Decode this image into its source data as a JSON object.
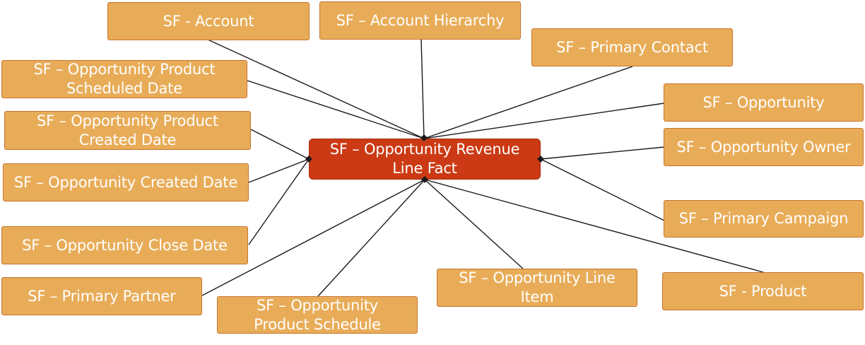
{
  "diagram": {
    "center": {
      "label": "SF – Opportunity Revenue\nLine Fact"
    },
    "nodes": [
      {
        "id": "account",
        "label": "SF - Account"
      },
      {
        "id": "account-hierarchy",
        "label": "SF – Account Hierarchy"
      },
      {
        "id": "primary-contact",
        "label": "SF – Primary Contact"
      },
      {
        "id": "opp-product-scheduled-date",
        "label": "SF – Opportunity Product\nScheduled Date"
      },
      {
        "id": "opportunity",
        "label": "SF – Opportunity"
      },
      {
        "id": "opp-product-created-date",
        "label": "SF – Opportunity Product\nCreated Date"
      },
      {
        "id": "opportunity-owner",
        "label": "SF – Opportunity Owner"
      },
      {
        "id": "opportunity-created-date",
        "label": "SF – Opportunity Created Date"
      },
      {
        "id": "primary-campaign",
        "label": "SF – Primary Campaign"
      },
      {
        "id": "opportunity-close-date",
        "label": "SF – Opportunity Close Date"
      },
      {
        "id": "primary-partner",
        "label": "SF – Primary Partner"
      },
      {
        "id": "opportunity-line-item",
        "label": "SF – Opportunity Line\nItem"
      },
      {
        "id": "product",
        "label": "SF - Product"
      },
      {
        "id": "opp-product-schedule",
        "label": "SF – Opportunity\nProduct Schedule"
      }
    ],
    "colors": {
      "node_fill": "#e8ac58",
      "node_border": "#c8732f",
      "center_fill": "#cb3a14",
      "text": "#ffffff",
      "edge": "#1a1a1a"
    }
  }
}
